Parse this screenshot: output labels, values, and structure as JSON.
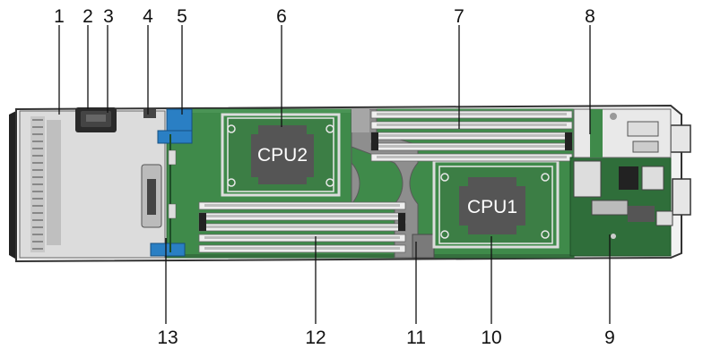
{
  "figure": {
    "cpu1_label": "CPU1",
    "cpu2_label": "CPU2",
    "callouts": [
      {
        "id": "1",
        "label": "1"
      },
      {
        "id": "2",
        "label": "2"
      },
      {
        "id": "3",
        "label": "3"
      },
      {
        "id": "4",
        "label": "4"
      },
      {
        "id": "5",
        "label": "5"
      },
      {
        "id": "6",
        "label": "6"
      },
      {
        "id": "7",
        "label": "7"
      },
      {
        "id": "8",
        "label": "8"
      },
      {
        "id": "9",
        "label": "9"
      },
      {
        "id": "10",
        "label": "10"
      },
      {
        "id": "11",
        "label": "11"
      },
      {
        "id": "12",
        "label": "12"
      },
      {
        "id": "13",
        "label": "13"
      }
    ]
  },
  "colors": {
    "board_green": "#3f8a4a",
    "board_dark": "#2f6e3a",
    "chassis_gray": "#d9d9d9",
    "chassis_dark": "#9a9a9a",
    "blue_handle": "#2a7fc4",
    "cpu_block": "#555555",
    "dimm_white": "#eeeeee"
  }
}
